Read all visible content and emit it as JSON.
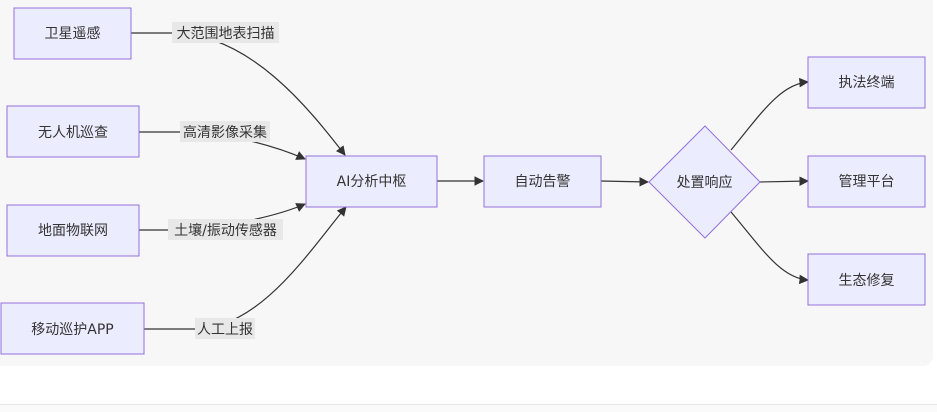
{
  "colors": {
    "node_fill": "#ECECFF",
    "node_stroke": "#9370DB",
    "edge": "#333333",
    "label_bg": "#e8e8e8",
    "canvas": "#f7f7f8"
  },
  "nodes": {
    "satellite": "卫星遥感",
    "drone": "无人机巡查",
    "iot": "地面物联网",
    "app": "移动巡护APP",
    "ai": "AI分析中枢",
    "alert": "自动告警",
    "decision": "处置响应",
    "terminal": "执法终端",
    "platform": "管理平台",
    "eco": "生态修复"
  },
  "edge_labels": {
    "satellite_ai": "大范围地表扫描",
    "drone_ai": "高清影像采集",
    "iot_ai": "土壤/振动传感器",
    "app_ai": "人工上报"
  }
}
